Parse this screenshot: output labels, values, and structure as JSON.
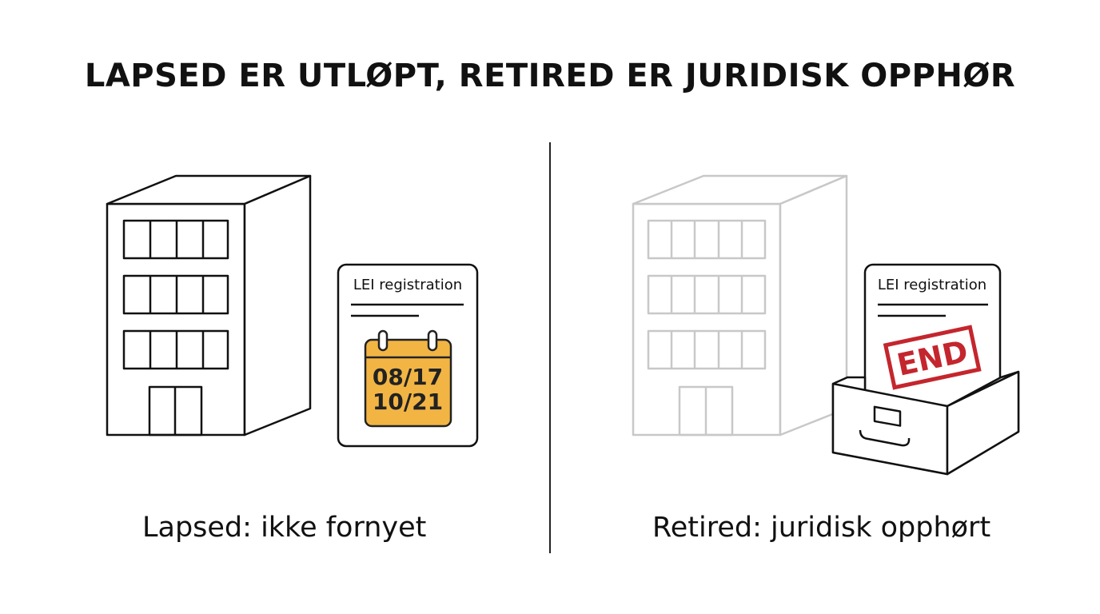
{
  "title": "LAPSED ER UTLØPT, RETIRED ER JURIDISK OPPHØR",
  "left": {
    "caption": "Lapsed: ikke fornyet",
    "document_label": "LEI registration",
    "calendar_line1": "08/17",
    "calendar_line2": "10/21"
  },
  "right": {
    "caption": "Retired: juridisk opphørt",
    "document_label": "LEI registration",
    "stamp_text": "END"
  },
  "colors": {
    "calendar": "#f2b544",
    "stamp": "#c4262d",
    "faded_building": "#c8c8c8"
  }
}
